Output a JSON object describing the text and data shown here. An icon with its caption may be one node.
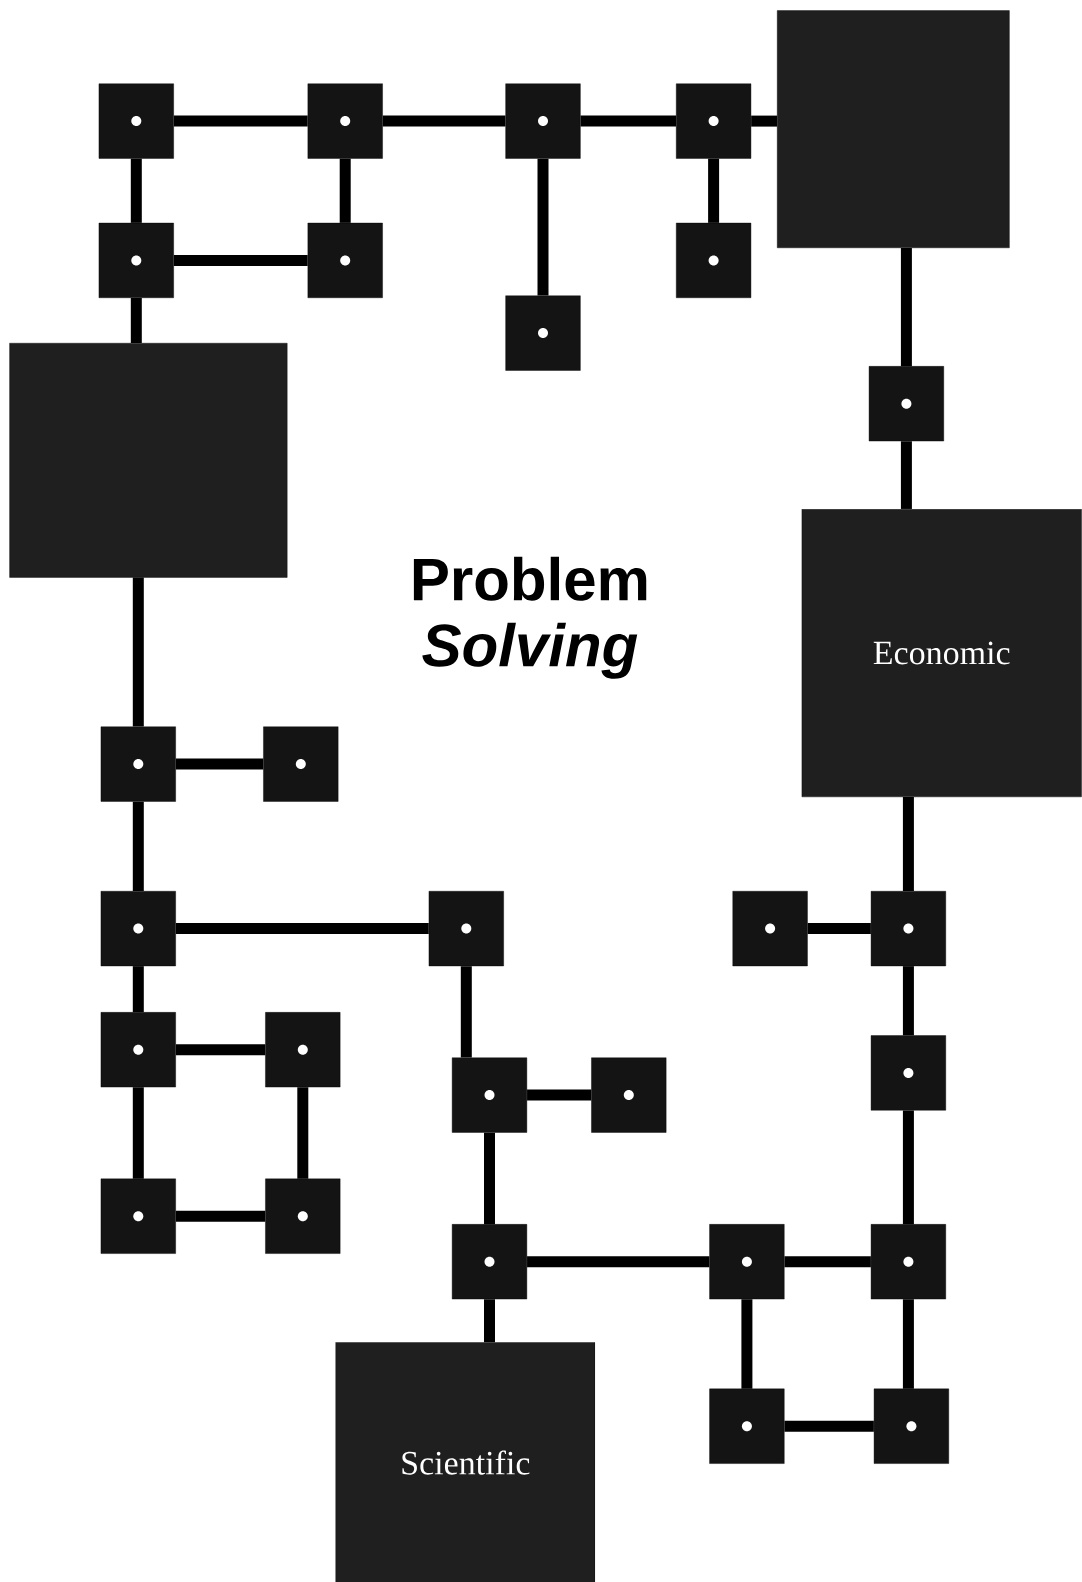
{
  "diagram": {
    "title": "Problem *Solving*",
    "nodes": [
      {
        "text": [],
        "shape": "box"
      },
      {
        "text": [],
        "shape": "box"
      },
      {
        "text": [],
        "shape": "box"
      },
      {
        "text": [],
        "shape": "box"
      },
      {
        "text": [],
        "shape": "box"
      },
      {
        "text": [],
        "shape": "box"
      },
      {
        "text": [],
        "shape": "box"
      },
      {
        "text": [],
        "shape": "box"
      },
      {
        "text": [],
        "shape": "box"
      },
      {
        "text": [],
        "shape": "box"
      },
      {
        "text": [],
        "shape": "box"
      },
      {
        "text": [
          "Economic"
        ]
      },
      {
        "text": [],
        "shape": "box"
      },
      {
        "text": [],
        "shape": "box"
      },
      {
        "text": [],
        "shape": "box"
      },
      {
        "text": [],
        "shape": "box"
      },
      {
        "text": [],
        "shape": "box"
      },
      {
        "text": [],
        "shape": "box"
      },
      {
        "text": [],
        "shape": "box"
      },
      {
        "text": [],
        "shape": "box"
      },
      {
        "text": [],
        "shape": "box"
      },
      {
        "text": [],
        "shape": "box"
      },
      {
        "text": [],
        "shape": "box"
      },
      {
        "text": [],
        "shape": "box"
      },
      {
        "text": [],
        "shape": "box"
      },
      {
        "text": [],
        "shape": "box"
      },
      {
        "text": [],
        "shape": "box"
      },
      {
        "text": [],
        "shape": "box"
      },
      {
        "text": [
          "Scientific"
        ]
      },
      {
        "text": [],
        "shape": "box"
      },
      {
        "text": [],
        "shape": "box"
      }
    ],
    "edges": [
      {
        "from": 0,
        "to": 1,
        "arrow": "none"
      },
      {
        "from": 1,
        "to": 2,
        "arrow": "none"
      },
      {
        "from": 2,
        "to": 3,
        "arrow": "none"
      },
      {
        "from": 3,
        "to": 4,
        "arrow": "none"
      },
      {
        "from": 0,
        "to": 5,
        "arrow": "none"
      },
      {
        "from": 1,
        "to": 6,
        "arrow": "none"
      },
      {
        "from": 5,
        "to": 6,
        "arrow": "none"
      },
      {
        "from": 2,
        "to": 7,
        "arrow": "none"
      },
      {
        "from": 3,
        "to": 8,
        "arrow": "none"
      },
      {
        "from": 4,
        "to": 10,
        "arrow": "none"
      },
      {
        "from": 10,
        "to": 11,
        "arrow": "none"
      },
      {
        "from": 5,
        "to": 9,
        "arrow": "none"
      },
      {
        "from": 9,
        "to": 12,
        "arrow": "none"
      },
      {
        "from": 12,
        "to": 13,
        "arrow": "none"
      },
      {
        "from": 12,
        "to": 14,
        "arrow": "none"
      },
      {
        "from": 14,
        "to": 15,
        "arrow": "none"
      },
      {
        "from": 14,
        "to": 18,
        "arrow": "none"
      },
      {
        "from": 18,
        "to": 19,
        "arrow": "none"
      },
      {
        "from": 19,
        "to": 24,
        "arrow": "none"
      },
      {
        "from": 18,
        "to": 23,
        "arrow": "none"
      },
      {
        "from": 23,
        "to": 24,
        "arrow": "none"
      },
      {
        "from": 15,
        "to": 20,
        "arrow": "none"
      },
      {
        "from": 20,
        "to": 21,
        "arrow": "none"
      },
      {
        "from": 20,
        "to": 25,
        "arrow": "none"
      },
      {
        "from": 25,
        "to": 28,
        "arrow": "none"
      },
      {
        "from": 25,
        "to": 26,
        "arrow": "none"
      },
      {
        "from": 26,
        "to": 27,
        "arrow": "none"
      },
      {
        "from": 26,
        "to": 29,
        "arrow": "none"
      },
      {
        "from": 29,
        "to": 30,
        "arrow": "none"
      },
      {
        "from": 27,
        "to": 30,
        "arrow": "none"
      },
      {
        "from": 11,
        "to": 17,
        "arrow": "none"
      },
      {
        "from": 16,
        "to": 17,
        "arrow": "none"
      },
      {
        "from": 17,
        "to": 22,
        "arrow": "none"
      },
      {
        "from": 22,
        "to": 27,
        "arrow": "none"
      }
    ]
  }
}
